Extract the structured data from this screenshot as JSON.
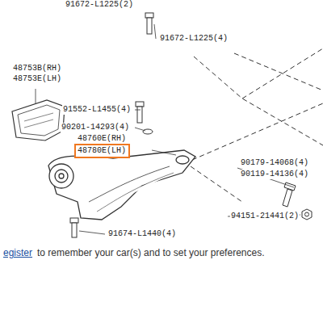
{
  "diagram": {
    "nodes": [
      {
        "text": [
          "48780E(LH)"
        ]
      }
    ],
    "labels": [
      "91672-L1225(2)",
      "91672-L1225(4)",
      "48753B(RH)",
      "48753E(LH)",
      "91552-L1455(4)",
      "90201-14293(4)",
      "48760E(RH)",
      "90179-14068(4)",
      "90119-14136(4)",
      "94151-21441(2)",
      "91674-L1440(4)",
      "egister",
      "to remember your car(s) and to set your preferences."
    ]
  }
}
